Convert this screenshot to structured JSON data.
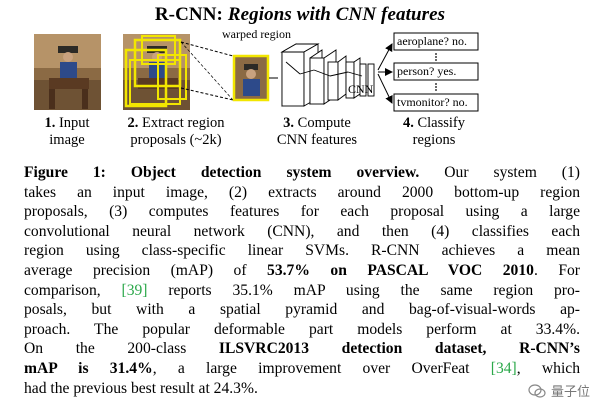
{
  "figure": {
    "title_prefix": "R-CNN: ",
    "title_italic": "Regions with CNN features",
    "warped_label": "warped region",
    "cnn_label": "CNN",
    "outputs": [
      "aeroplane? no.",
      "person? yes.",
      "tvmonitor? no."
    ],
    "steps": [
      {
        "num": "1.",
        "line1": "Input",
        "line2": "image"
      },
      {
        "num": "2.",
        "line1": "Extract region",
        "line2": "proposals (~2k)"
      },
      {
        "num": "3.",
        "line1": "Compute",
        "line2": "CNN features"
      },
      {
        "num": "4.",
        "line1": "Classify",
        "line2": "regions"
      }
    ]
  },
  "caption": {
    "lines": [
      [
        {
          "t": "Figure 1:  Object detection system overview.",
          "s": "bold"
        },
        {
          "t": "  Our system (1)"
        }
      ],
      [
        {
          "t": "takes an input image, (2) extracts around 2000 bottom-up region"
        }
      ],
      [
        {
          "t": "proposals, (3) computes features for each proposal using a large"
        }
      ],
      [
        {
          "t": "convolutional neural network (CNN), and then (4) classifies each"
        }
      ],
      [
        {
          "t": "region using class-specific linear SVMs. R-CNN achieves a mean"
        }
      ],
      [
        {
          "t": "average precision (mAP) of "
        },
        {
          "t": "53.7% on PASCAL VOC 2010",
          "s": "bold"
        },
        {
          "t": ". For"
        }
      ],
      [
        {
          "t": "comparison, "
        },
        {
          "t": "[39]",
          "s": "cite"
        },
        {
          "t": " reports 35.1% mAP using the same region pro-"
        }
      ],
      [
        {
          "t": "posals, but with a spatial pyramid and bag-of-visual-words ap-"
        }
      ],
      [
        {
          "t": "proach. The popular deformable part models perform at 33.4%."
        }
      ],
      [
        {
          "t": "On the 200-class "
        },
        {
          "t": "ILSVRC2013 detection dataset, R-CNN’s",
          "s": "bold"
        }
      ],
      [
        {
          "t": "mAP is 31.4%",
          "s": "bold"
        },
        {
          "t": ", a large improvement over OverFeat "
        },
        {
          "t": "[34]",
          "s": "cite"
        },
        {
          "t": ", which"
        }
      ],
      [
        {
          "t": "had the previous best result at 24.3%."
        }
      ]
    ]
  },
  "watermark": "量子位"
}
